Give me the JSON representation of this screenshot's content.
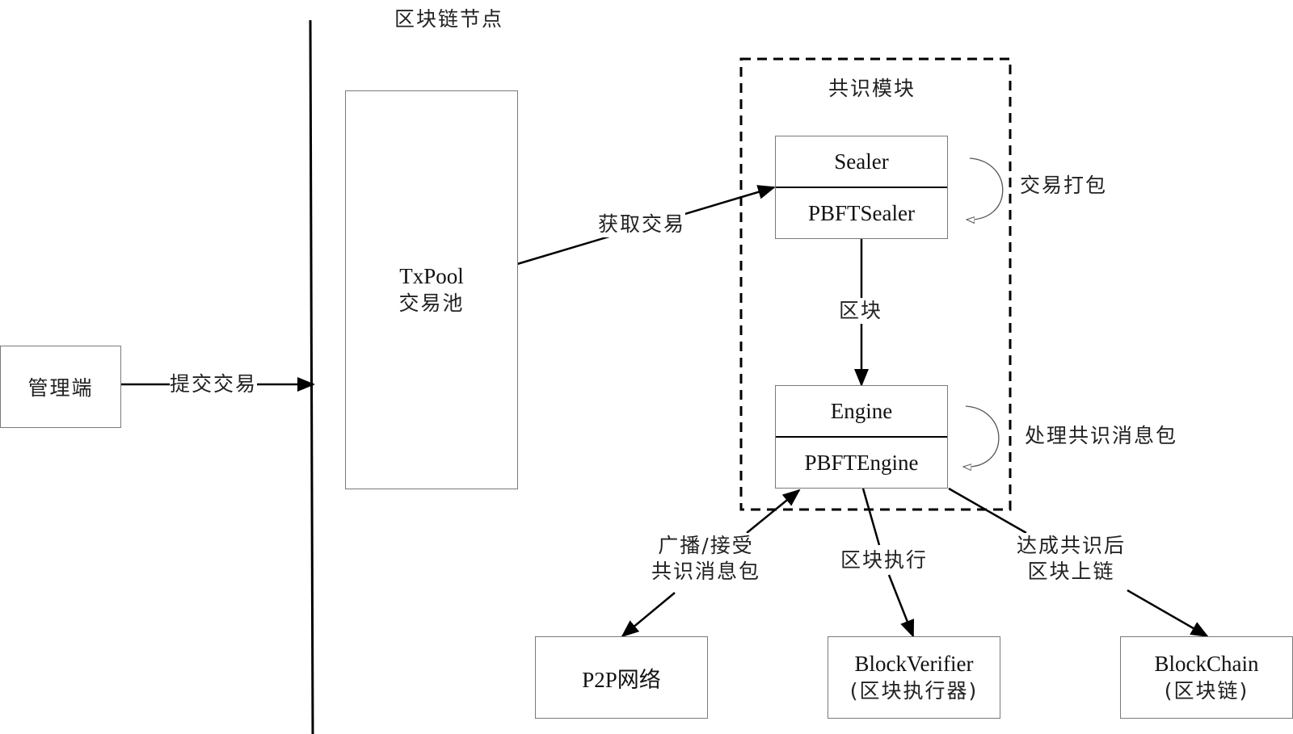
{
  "title": "区块链节点",
  "admin": {
    "label": "管理端"
  },
  "edges": {
    "submit_tx": "提交交易",
    "fetch_tx": "获取交易",
    "block": "区块",
    "broadcast_line1": "广播/接受",
    "broadcast_line2": "共识消息包",
    "block_exec": "区块执行",
    "commit_line1": "达成共识后",
    "commit_line2": "区块上链",
    "pack_tx": "交易打包",
    "process_msg": "处理共识消息包"
  },
  "txpool": {
    "line1": "TxPool",
    "line2": "交易池"
  },
  "consensus": {
    "title": "共识模块",
    "sealer": {
      "top": "Sealer",
      "bottom": "PBFTSealer"
    },
    "engine": {
      "top": "Engine",
      "bottom": "PBFTEngine"
    }
  },
  "bottom_nodes": {
    "p2p": {
      "label": "P2P网络"
    },
    "verifier": {
      "line1": "BlockVerifier",
      "line2": "(区块执行器)"
    },
    "chain": {
      "line1": "BlockChain",
      "line2": "(区块链)"
    }
  }
}
